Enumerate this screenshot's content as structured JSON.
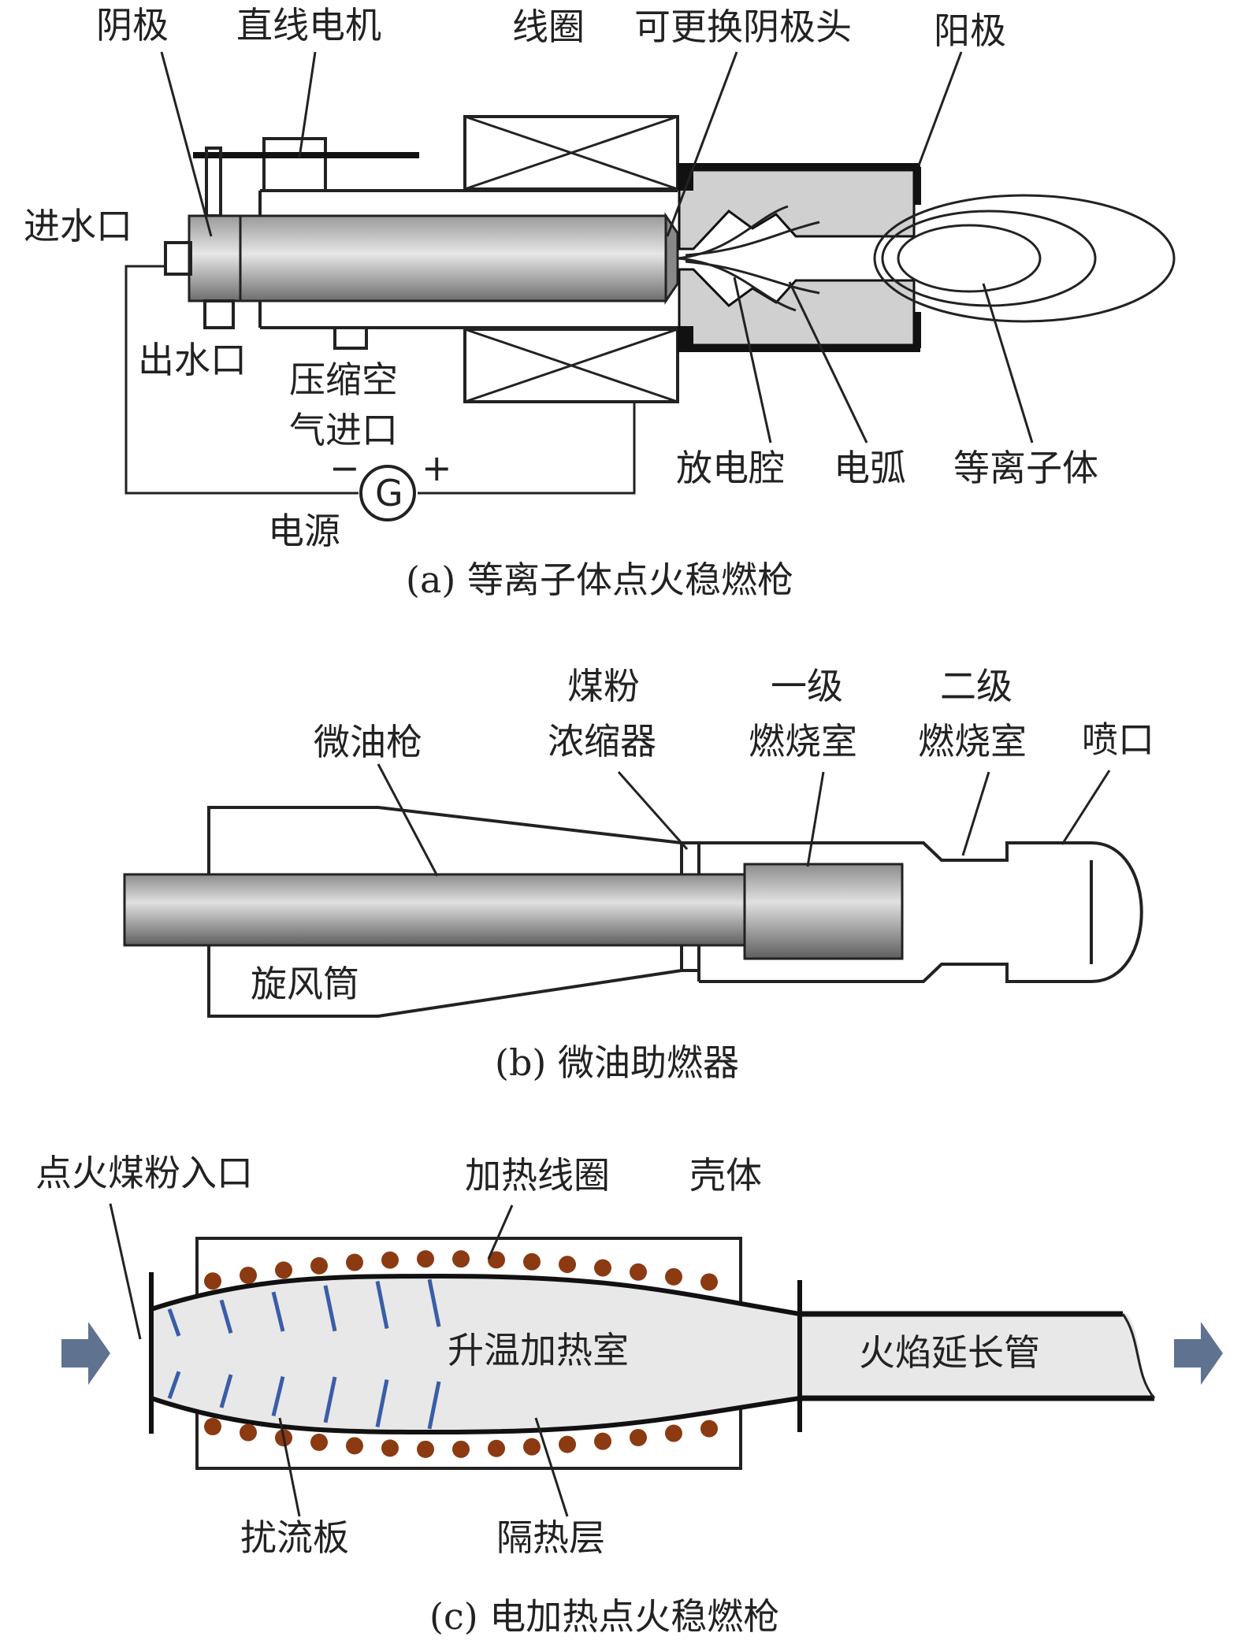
{
  "panel_a": {
    "caption": "(a) 等离子体点火稳燃枪",
    "labels": {
      "cathode": "阴极",
      "linear_motor": "直线电机",
      "coil": "线圈",
      "replaceable_cathode_head": "可更换阴极头",
      "anode": "阳极",
      "water_inlet": "进水口",
      "water_outlet": "出水口",
      "compressed_air_inlet_1": "压缩空",
      "compressed_air_inlet_2": "气进口",
      "minus": "−",
      "plus": "+",
      "generator": "G",
      "power_source": "电源",
      "discharge_cavity": "放电腔",
      "arc": "电弧",
      "plasma": "等离子体"
    }
  },
  "panel_b": {
    "caption": "(b) 微油助燃器",
    "labels": {
      "coal_powder_1": "煤粉",
      "coal_powder_2": "浓缩器",
      "primary_1": "一级",
      "primary_2": "燃烧室",
      "secondary_1": "二级",
      "secondary_2": "燃烧室",
      "micro_oil_gun": "微油枪",
      "nozzle": "喷口",
      "cyclone_tube": "旋风筒"
    }
  },
  "panel_c": {
    "caption": "(c) 电加热点火稳燃枪",
    "labels": {
      "ignition_coal_inlet": "点火煤粉入口",
      "heating_coil": "加热线圈",
      "shell": "壳体",
      "heating_chamber": "升温加热室",
      "flame_extension_tube": "火焰延长管",
      "baffle": "扰流板",
      "insulation_layer": "隔热层"
    }
  },
  "colors": {
    "heating_dot": "#8b3a12",
    "baffle": "#3a5da8",
    "arrow": "#5f7390"
  }
}
